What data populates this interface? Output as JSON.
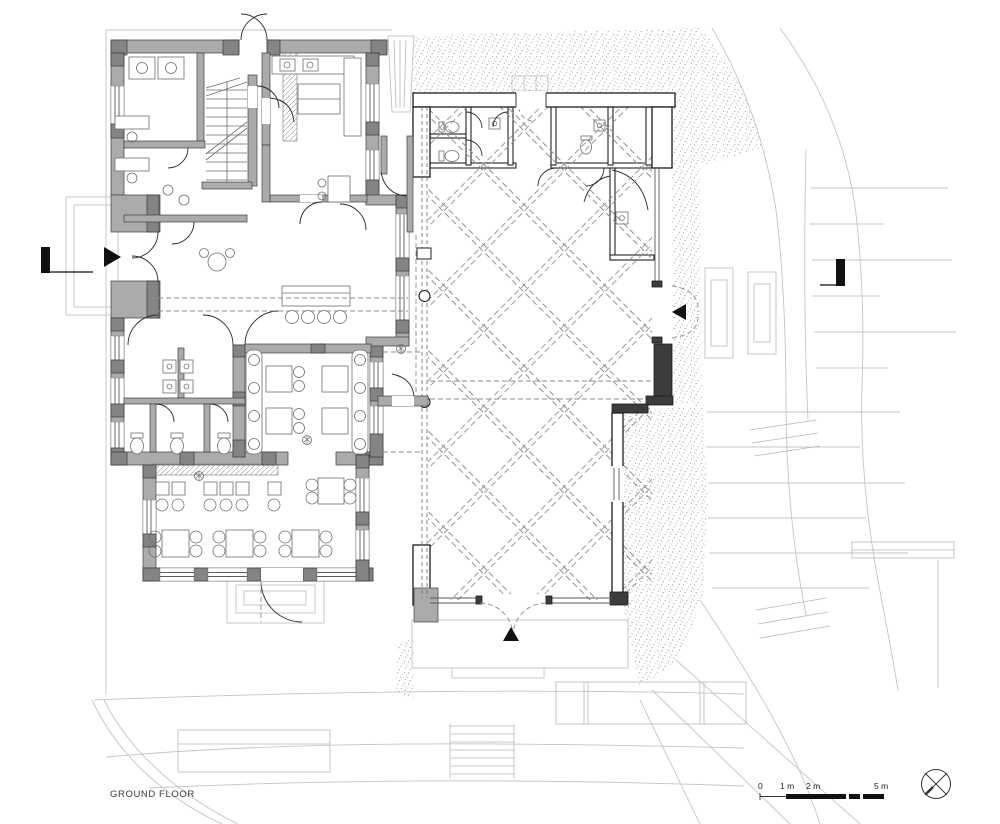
{
  "page": {
    "background": "#ffffff"
  },
  "title_block": {
    "drawing_title": "GROUND FLOOR"
  },
  "scale_bar": {
    "tick_labels": [
      "0",
      "1 m",
      "2 m",
      "5 m"
    ]
  },
  "north_indicator": {
    "icon": "compass-circle-cross"
  },
  "symbols": {
    "entrance_arrow": "solid-triangle",
    "section_cut_marker": "black-l-bracket"
  },
  "colors": {
    "wall_fill": "#ababab",
    "wall_pier": "#848484",
    "hall_wall_outline": "#1c1c1c",
    "dark_wall": "#3c3c3c",
    "lattice_line": "#8f8f8f",
    "terrain_line": "#c5c5c5",
    "stipple_dot": "#a5a5a5",
    "marker_black": "#111111"
  }
}
